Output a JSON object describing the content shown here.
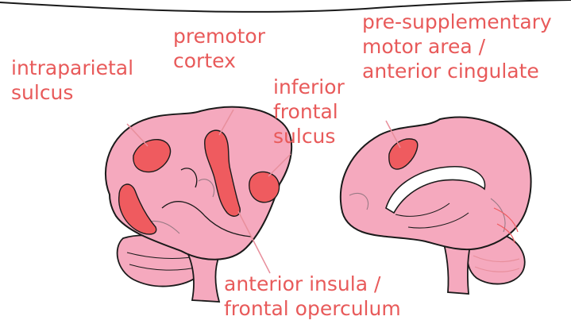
{
  "colors": {
    "brain_fill": "#f5a9be",
    "brain_outline": "#1a1a1a",
    "region_fill": "#ef5b5f",
    "label_text": "#e85a5a",
    "leader_line": "#e88f9c",
    "detail_line": "#9a7a85"
  },
  "labels": {
    "intraparietal": [
      "intraparietal",
      "sulcus"
    ],
    "premotor": [
      "premotor",
      "cortex"
    ],
    "inferior_frontal": [
      "inferior",
      "frontal",
      "sulcus"
    ],
    "presma": [
      "pre-supplementary",
      "motor area /",
      "anterior cingulate"
    ],
    "insula": [
      "anterior insula /",
      "frontal operculum"
    ]
  }
}
